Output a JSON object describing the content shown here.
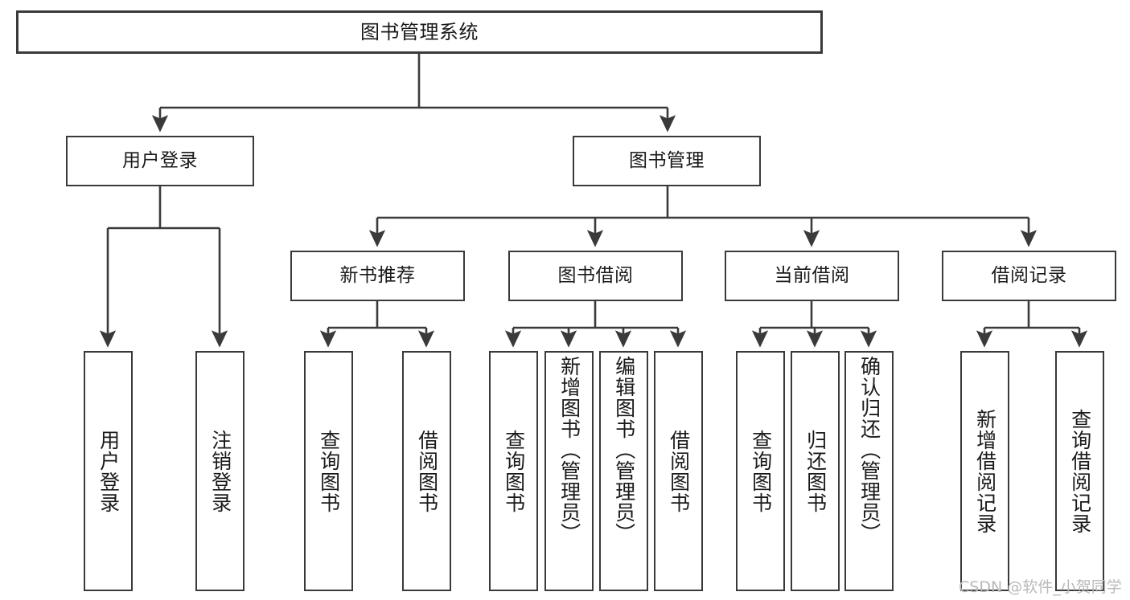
{
  "diagram": {
    "title": "图书管理系统",
    "type": "function-structure-tree",
    "watermark": "CSDN @软件_小贺同学",
    "colors": {
      "box_border": "#3a3a3a",
      "box_fill": "#ffffff",
      "edge": "#3a3a3a",
      "text": "#1a1a1a",
      "watermark": "#b9b9b9",
      "background": "#ffffff"
    },
    "levels": {
      "root": {
        "label": "图书管理系统"
      },
      "level2": [
        {
          "label": "用户登录"
        },
        {
          "label": "图书管理"
        }
      ],
      "level3": [
        {
          "label": "新书推荐"
        },
        {
          "label": "图书借阅"
        },
        {
          "label": "当前借阅"
        },
        {
          "label": "借阅记录"
        }
      ],
      "leaves": {
        "user_login": [
          {
            "label": "用户登录"
          },
          {
            "label": "注销登录"
          }
        ],
        "new_book_recommend": [
          {
            "label": "查询图书"
          },
          {
            "label": "借阅图书"
          }
        ],
        "book_borrow": [
          {
            "label": "查询图书"
          },
          {
            "label": "新增图书（管理员）"
          },
          {
            "label": "编辑图书（管理员）"
          },
          {
            "label": "借阅图书"
          }
        ],
        "current_borrow": [
          {
            "label": "查询图书"
          },
          {
            "label": "归还图书"
          },
          {
            "label": "确认归还（管理员）"
          }
        ],
        "borrow_record": [
          {
            "label": "新增借阅记录"
          },
          {
            "label": "查询借阅记录"
          }
        ]
      }
    }
  }
}
